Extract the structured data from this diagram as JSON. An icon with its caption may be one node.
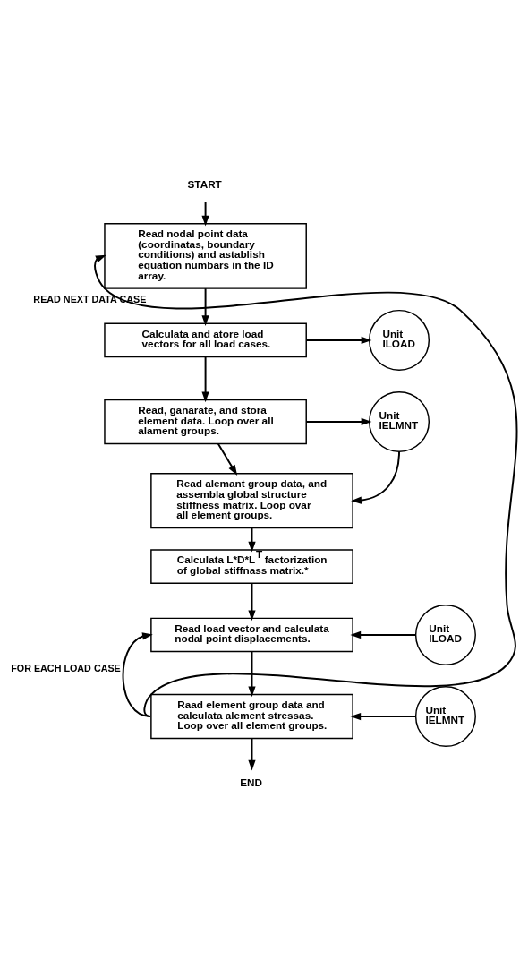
{
  "diagram": {
    "nodes": [
      {
        "text": [
          "START"
        ]
      },
      {
        "text": [
          "Read nodal point data (coordinatas, boundary conditions) and astablish equation numbars in the ID array."
        ]
      },
      {
        "text": [
          "Calculata and atore load vectors for all load cases."
        ]
      },
      {
        "text": [
          "Unit ILOAD"
        ]
      },
      {
        "text": [
          "Read, ganarate, and stora element data. Loop over all alament groups."
        ]
      },
      {
        "text": [
          "Unit IELMNT"
        ]
      },
      {
        "text": [
          "Read alemant group data, and assembla global structure stiffness matrix. Loop ovar all element groups."
        ]
      },
      {
        "text": [
          "Calculata L*D*L$^{T}$ factorization of global stiffnass matrix.*"
        ]
      },
      {
        "text": [
          "Read load vector and calculata nodal point displacements."
        ]
      },
      {
        "text": [
          "Unit ILOAD"
        ]
      },
      {
        "text": [
          "Raad element group data and calculata alement stressas. Loop over all element groups."
        ]
      },
      {
        "text": [
          "Unit IELMNT"
        ]
      },
      {
        "text": [
          "END"
        ]
      }
    ],
    "edges": [
      {
        "from": 0,
        "to": 1,
        "arrow": "to"
      },
      {
        "from": 10,
        "to": 1,
        "arrow": "to",
        "label": "READ NEXT DATA CASE"
      },
      {
        "from": 1,
        "to": 2,
        "arrow": "to"
      },
      {
        "from": 2,
        "to": 3,
        "arrow": "to"
      },
      {
        "from": 2,
        "to": 4,
        "arrow": "to"
      },
      {
        "from": 4,
        "to": 5,
        "arrow": "to"
      },
      {
        "from": 5,
        "to": 6,
        "arrow": "to"
      },
      {
        "from": 4,
        "to": 6,
        "arrow": "to"
      },
      {
        "from": 6,
        "to": 7,
        "arrow": "to"
      },
      {
        "from": 7,
        "to": 8,
        "arrow": "to"
      },
      {
        "from": 10,
        "to": 8,
        "arrow": "to",
        "label": "FOR EACH LOAD CASE"
      },
      {
        "from": 9,
        "to": 8,
        "arrow": "to"
      },
      {
        "from": 8,
        "to": 10,
        "arrow": "to"
      },
      {
        "from": 11,
        "to": 10,
        "arrow": "to"
      },
      {
        "from": 10,
        "to": 12,
        "arrow": "to"
      }
    ]
  }
}
